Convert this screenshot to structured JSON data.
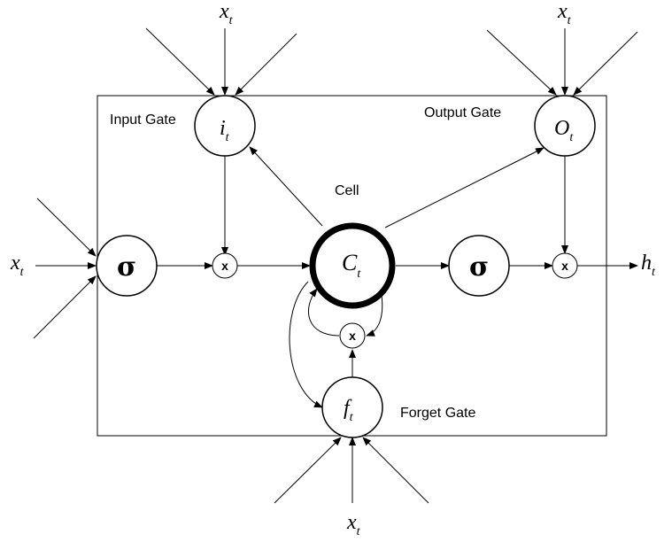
{
  "labels": {
    "input_gate": "Input Gate",
    "output_gate": "Output Gate",
    "cell": "Cell",
    "forget_gate": "Forget Gate"
  },
  "nodes": {
    "i": {
      "base": "i",
      "sub": "t"
    },
    "o": {
      "base": "O",
      "sub": "t"
    },
    "c": {
      "base": "C",
      "sub": "t"
    },
    "f": {
      "base": "f",
      "sub": "t"
    },
    "sigma": "σ",
    "mult": "x"
  },
  "io": {
    "x_base": "x",
    "x_sub": "t",
    "h_base": "h",
    "h_sub": "t"
  }
}
